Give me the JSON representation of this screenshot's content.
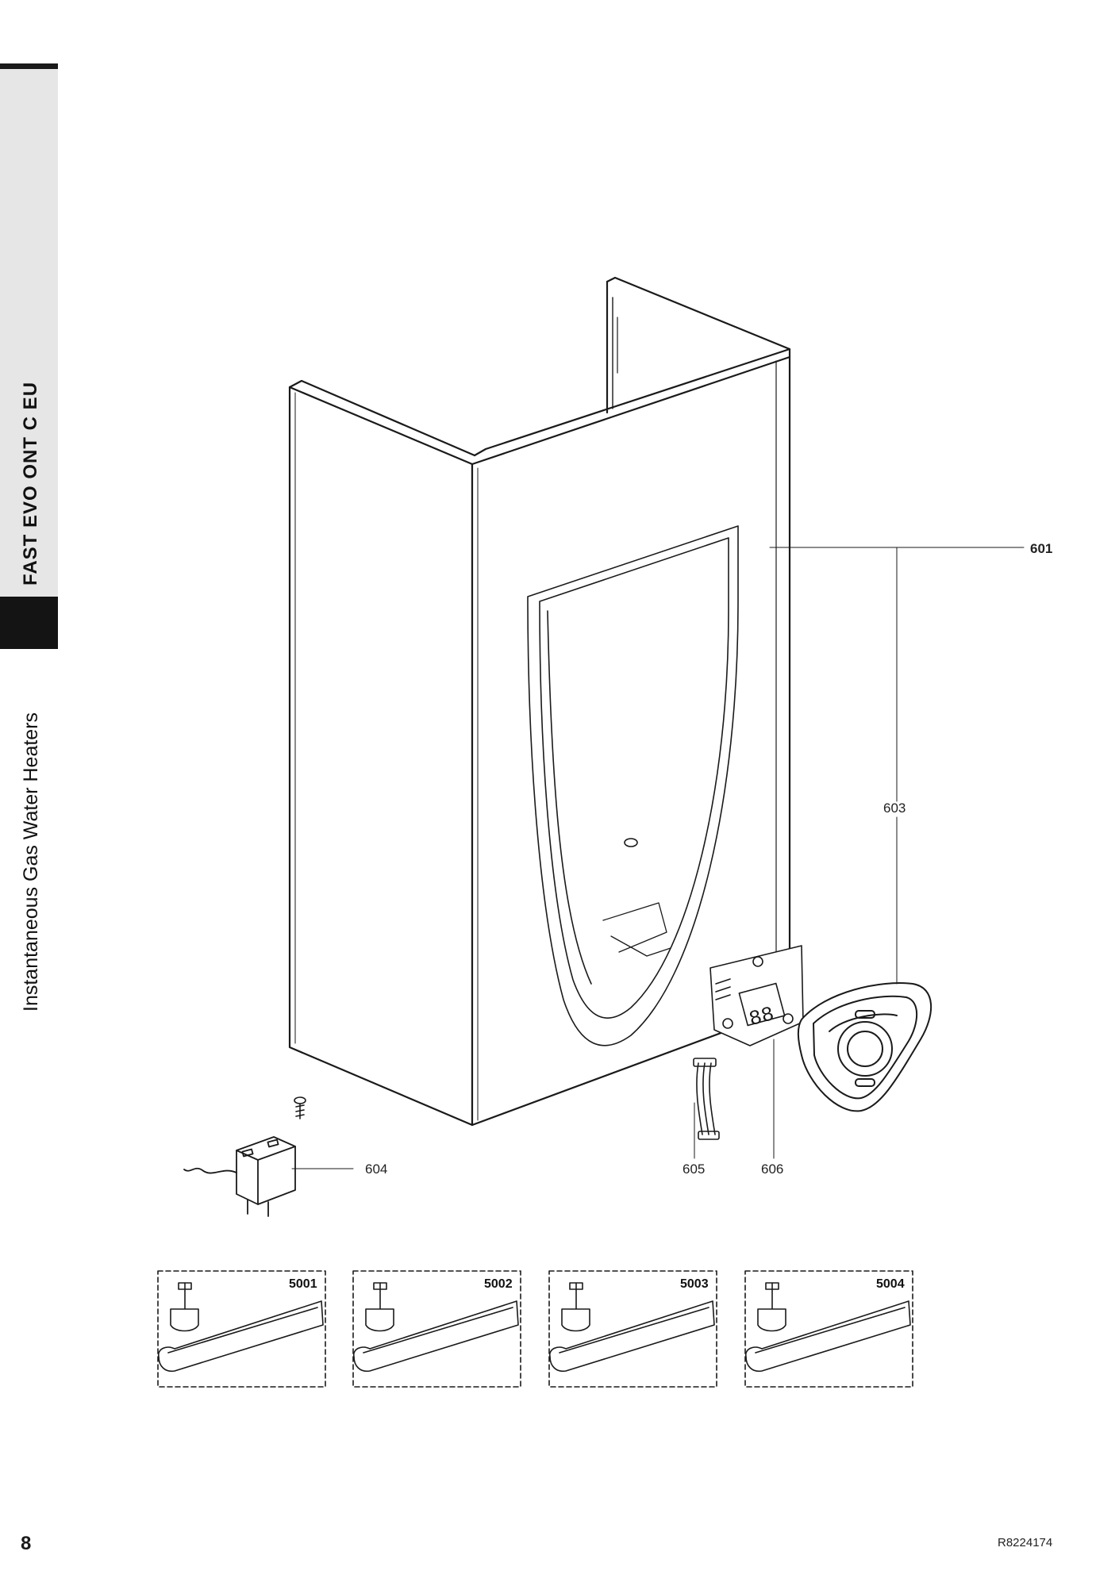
{
  "sidebar": {
    "model": "FAST EVO ONT C EU",
    "category": "Instantaneous Gas Water Heaters"
  },
  "callouts": {
    "c601": "601",
    "c603": "603",
    "c604": "604",
    "c605": "605",
    "c606": "606"
  },
  "kits": [
    "5001",
    "5002",
    "5003",
    "5004"
  ],
  "footer": {
    "page_number": "8",
    "doc_code": "R8224174"
  }
}
